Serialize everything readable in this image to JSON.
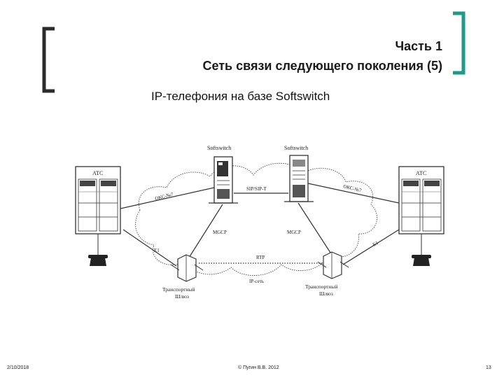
{
  "slide": {
    "part": "Часть 1",
    "title": "Сеть связи следующего поколения (5)",
    "subtitle": "IP-телефония на базе Softswitch"
  },
  "diagram": {
    "softswitch_left": "Softswitch",
    "softswitch_right": "Softswitch",
    "ats_left": "АТС",
    "ats_right": "АТС",
    "sip_link": "SIP/SIP-T",
    "oks_left": "ОКС-№7",
    "oks_right": "ОКС-№7",
    "mgcp_left": "MGCP",
    "mgcp_right": "MGCP",
    "e1_left": "E1",
    "e1_right": "E1",
    "rtp": "RTP",
    "ip_net": "IP-сеть",
    "gw_left_line1": "Транспортный",
    "gw_left_line2": "Шлюз",
    "gw_right_line1": "Транспортный",
    "gw_right_line2": "Шлюз"
  },
  "footer": {
    "date": "2/10/2018",
    "copyright": "© Пугин В.В. 2012",
    "page": "13"
  },
  "colors": {
    "accent": "#1f9a8a",
    "bracket_dark": "#2b2b2b"
  }
}
